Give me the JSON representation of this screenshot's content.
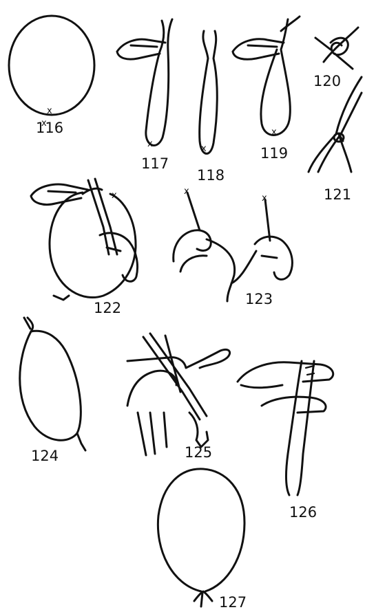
{
  "figures": [
    {
      "id": "116",
      "label": "116",
      "marks": [
        "x",
        "x"
      ]
    },
    {
      "id": "117",
      "label": "117",
      "marks": [
        "x"
      ]
    },
    {
      "id": "118",
      "label": "118",
      "marks": [
        "x"
      ]
    },
    {
      "id": "119",
      "label": "119",
      "marks": [
        "x"
      ]
    },
    {
      "id": "120",
      "label": "120"
    },
    {
      "id": "121",
      "label": "121"
    },
    {
      "id": "122",
      "label": "122",
      "marks": [
        "x"
      ]
    },
    {
      "id": "123",
      "label": "123",
      "marks": [
        "x",
        "x"
      ]
    },
    {
      "id": "124",
      "label": "124"
    },
    {
      "id": "125",
      "label": "125"
    },
    {
      "id": "126",
      "label": "126"
    },
    {
      "id": "127",
      "label": "127"
    }
  ],
  "colors": {
    "ink": "#111111",
    "paper": "#ffffff"
  }
}
